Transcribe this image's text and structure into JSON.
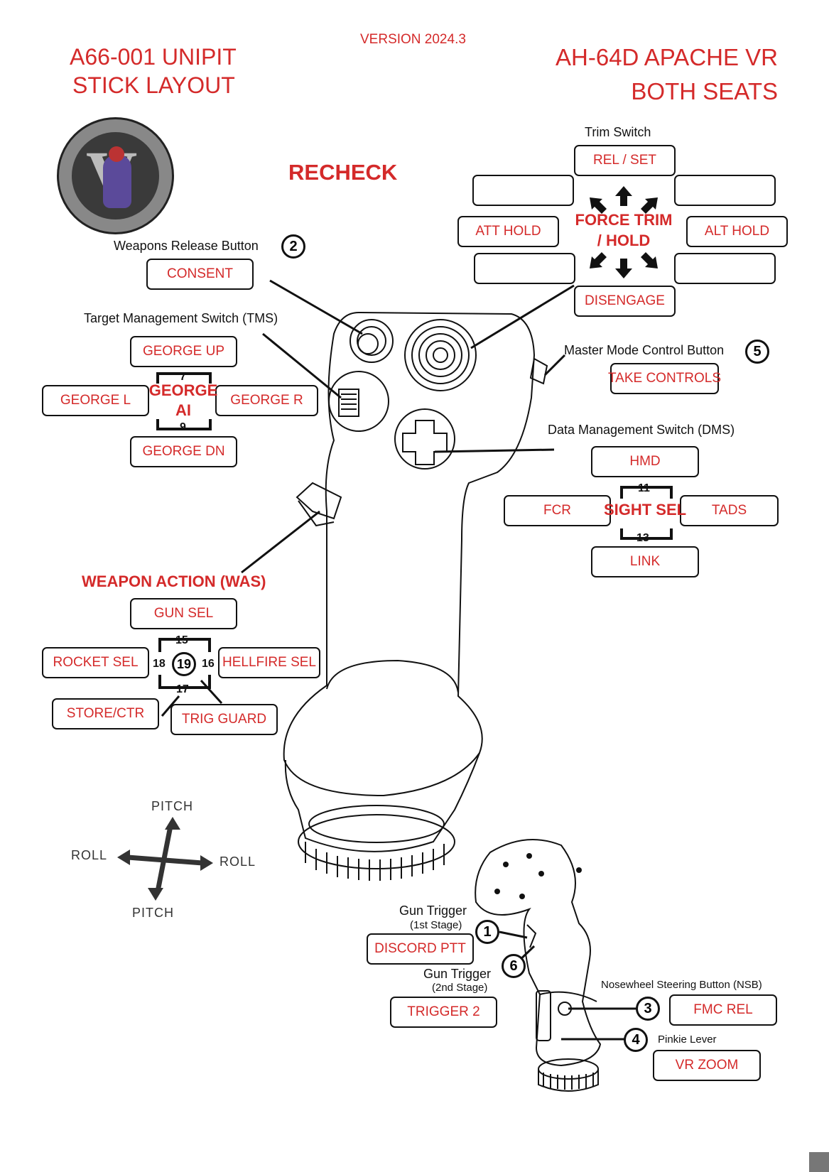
{
  "header": {
    "version": "VERSION 2024.3",
    "left_title_1": "A66-001 UNIPIT",
    "left_title_2": "STICK LAYOUT",
    "right_title_1": "AH-64D APACHE VR",
    "right_title_2": "BOTH SEATS",
    "recheck": "RECHECK"
  },
  "colors": {
    "accent": "#d42a2a",
    "stroke": "#111111"
  },
  "trim": {
    "label": "Trim Switch",
    "up": "REL / SET",
    "down": "DISENGAGE",
    "left": "ATT HOLD",
    "right": "ALT HOLD",
    "upleft": "",
    "upright": "",
    "downleft": "",
    "downright": "",
    "center_1": "FORCE TRIM",
    "center_2": "/ HOLD"
  },
  "weapons_release": {
    "label": "Weapons Release Button",
    "number": "2",
    "action": "CONSENT"
  },
  "tms": {
    "label": "Target Management Switch (TMS)",
    "up": "GEORGE UP",
    "left": "GEORGE L",
    "right": "GEORGE R",
    "down": "GEORGE DN",
    "center_1": "GEORGE",
    "center_2": "AI",
    "num_up": "7",
    "num_down": "9"
  },
  "master_mode": {
    "label": "Master Mode Control Button",
    "number": "5",
    "action": "TAKE CONTROLS"
  },
  "dms": {
    "label": "Data Management Switch (DMS)",
    "up": "HMD",
    "left": "FCR",
    "right": "TADS",
    "down": "LINK",
    "center": "SIGHT SEL",
    "num_up": "11",
    "num_down": "13"
  },
  "was": {
    "label": "WEAPON ACTION (WAS)",
    "up": "GUN SEL",
    "left": "ROCKET SEL",
    "right": "HELLFIRE SEL",
    "downleft": "STORE/CTR",
    "downright": "TRIG GUARD",
    "num_up": "15",
    "num_left": "18",
    "num_center": "19",
    "num_right": "16",
    "num_down": "17"
  },
  "axes": {
    "up": "PITCH",
    "down": "PITCH",
    "left": "ROLL",
    "right": "ROLL"
  },
  "gun_trigger_1": {
    "label": "Gun Trigger",
    "sub": "(1st Stage)",
    "number": "1",
    "action": "DISCORD PTT"
  },
  "gun_trigger_2": {
    "label": "Gun Trigger",
    "sub": "(2nd Stage)",
    "number": "6",
    "action": "TRIGGER 2"
  },
  "nsb": {
    "label": "Nosewheel Steering Button (NSB)",
    "number": "3",
    "action": "FMC REL"
  },
  "pinkie": {
    "label": "Pinkie Lever",
    "number": "4",
    "action": "VR ZOOM"
  }
}
